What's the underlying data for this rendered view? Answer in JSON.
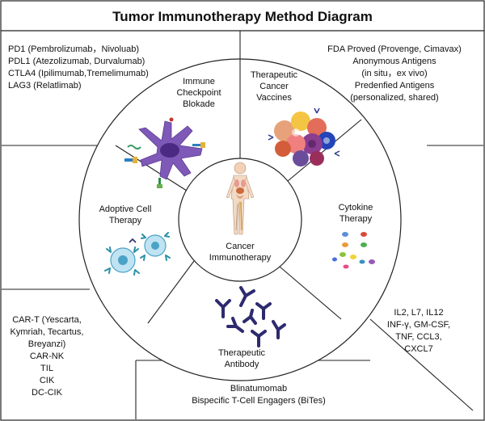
{
  "title": "Tumor Immunotherapy Method Diagram",
  "center": {
    "lines": [
      "Cancer",
      "Immunotherapy"
    ]
  },
  "segments": {
    "checkpoint": {
      "lines": [
        "Immune",
        "Checkpoint",
        "Blokade"
      ]
    },
    "vaccines": {
      "lines": [
        "Therapeutic",
        "Cancer",
        "Vaccines"
      ]
    },
    "cytokine": {
      "lines": [
        "Cytokine",
        "Therapy"
      ]
    },
    "antibody": {
      "lines": [
        "Therapeutic",
        "Antibody"
      ]
    },
    "adoptive": {
      "lines": [
        "Adoptive Cell",
        "Therapy"
      ]
    }
  },
  "regions": {
    "top_left": {
      "lines": [
        "PD1 (Pembrolizumab，Nivoluab)",
        "PDL1 (Atezolizumab, Durvalumab)",
        "CTLA4 (Ipilimumab,Tremelimumab)",
        "LAG3 (Relatlimab)"
      ]
    },
    "top_right": {
      "lines": [
        "FDA Proved (Provenge, Cimavax)",
        "Anonymous Antigens",
        "(in situ，ex vivo)",
        "Predenfied Antigens",
        "(personalized, shared)"
      ]
    },
    "left": {
      "lines": [
        "CAR-T (Yescarta,",
        "Kymriah, Tecartus,",
        "Breyanzi)",
        "CAR-NK",
        "TIL",
        "CIK",
        "DC-CIK"
      ]
    },
    "right": {
      "lines": [
        "IL2, L7, IL12",
        "INF-γ, GM-CSF,",
        "TNF, CCL3,",
        "CXCL7"
      ]
    },
    "bottom": {
      "lines": [
        "Blinatumomab",
        "Bispecific T-Cell Engagers (BiTes)"
      ]
    }
  },
  "icons": {
    "human_figure": "human-body-icon",
    "dendritic_cell": "immune-cell-icon",
    "tumor_cluster": "tumor-cell-cluster-icon",
    "cytokine_dots": "cytokine-molecules-icon",
    "antibodies": "antibody-icon",
    "car_t_cells": "car-t-cell-icon"
  },
  "colors": {
    "line": "#111111",
    "antibody": "#2d2a6e",
    "cell_purple": "#6b3aa8",
    "tumor_red": "#c0392b",
    "car_cell": "#4aa3c7"
  }
}
